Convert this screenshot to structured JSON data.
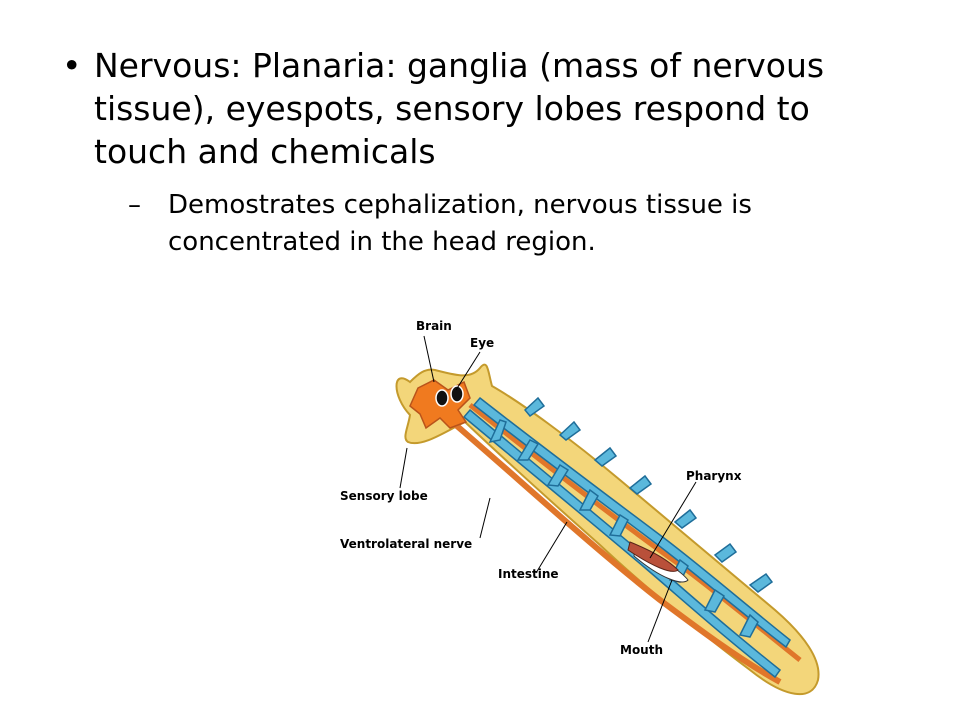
{
  "slide": {
    "bullet1": "Nervous: Planaria: ganglia (mass of nervous tissue), eyespots, sensory lobes respond to touch and chemicals",
    "bullet1_marker": "•",
    "sub_bullet1": "Demostrates cephalization, nervous tissue is concentrated in the head region.",
    "sub_bullet1_marker": "–"
  },
  "figure": {
    "labels": {
      "brain": "Brain",
      "eye": "Eye",
      "sensory_lobe": "Sensory lobe",
      "ventrolateral_nerve": "Ventrolateral nerve",
      "intestine": "Intestine",
      "pharynx": "Pharynx",
      "mouth": "Mouth"
    },
    "colors": {
      "body": "#f3d67a",
      "body_outline": "#c49a2c",
      "brain": "#f07a1f",
      "intestine": "#5bb8dc",
      "intestine_outline": "#1f6e9a",
      "pharynx": "#b9503a"
    }
  }
}
